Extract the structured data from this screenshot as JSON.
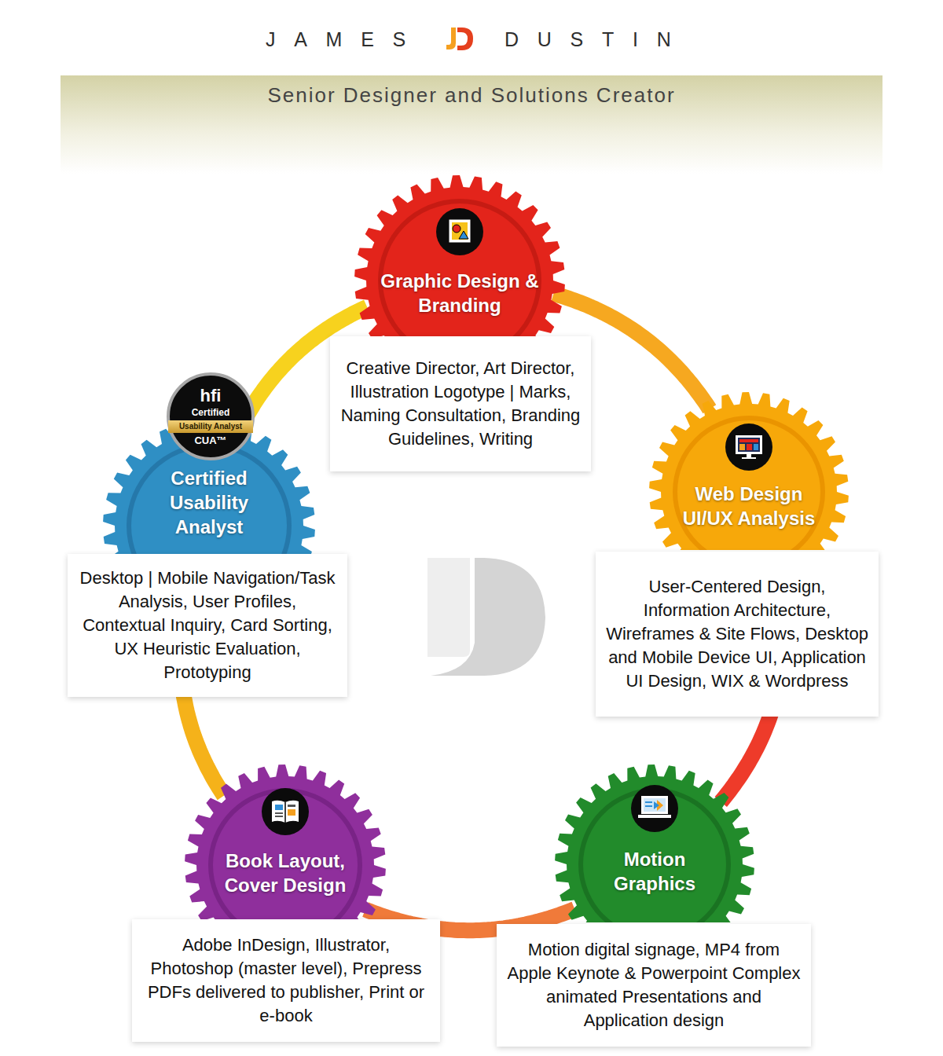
{
  "diagram": {
    "title": "Senior Designer and Solutions Creator",
    "nodes": [
      {
        "text": [
          "Graphic Design & Branding"
        ]
      },
      {
        "text": [
          "Creative Director, Art Director, Illustration Logotype | Marks, Naming Consultation, Branding Guidelines, Writing"
        ]
      },
      {
        "text": [
          "hfi",
          "Certified",
          "Usability Analyst",
          "CUA™"
        ]
      },
      {
        "text": [
          "Certified Usability Analyst"
        ]
      },
      {
        "text": [
          "Desktop | Mobile Navigation/Task Analysis, User Profiles, Contextual Inquiry, Card Sorting, UX Heuristic Evaluation, Prototyping"
        ]
      },
      {
        "text": [
          "Web Design UI/UX Analysis"
        ]
      },
      {
        "text": [
          "User-Centered Design, Information Architecture, Wireframes & Site Flows, Desktop and Mobile Device UI, Application UI Design, WIX & Wordpress"
        ]
      },
      {
        "text": [
          "Book Layout, Cover Design"
        ]
      },
      {
        "text": [
          "Adobe InDesign, Illustrator, Photoshop (master level), Prepress PDFs delivered to publisher, Print or e-book"
        ]
      },
      {
        "text": [
          "Motion Graphics"
        ]
      },
      {
        "text": [
          "Motion digital signage, MP4 from Apple Keynote & Powerpoint Complex animated Presentations and Application design"
        ]
      }
    ],
    "edges": [
      {
        "from": 0,
        "to": 5,
        "arrow": "none"
      },
      {
        "from": 5,
        "to": 9,
        "arrow": "none"
      },
      {
        "from": 9,
        "to": 7,
        "arrow": "none"
      },
      {
        "from": 7,
        "to": 3,
        "arrow": "none"
      },
      {
        "from": 3,
        "to": 0,
        "arrow": "none"
      }
    ],
    "labels": [
      "JAMES",
      "DUSTIN"
    ]
  }
}
